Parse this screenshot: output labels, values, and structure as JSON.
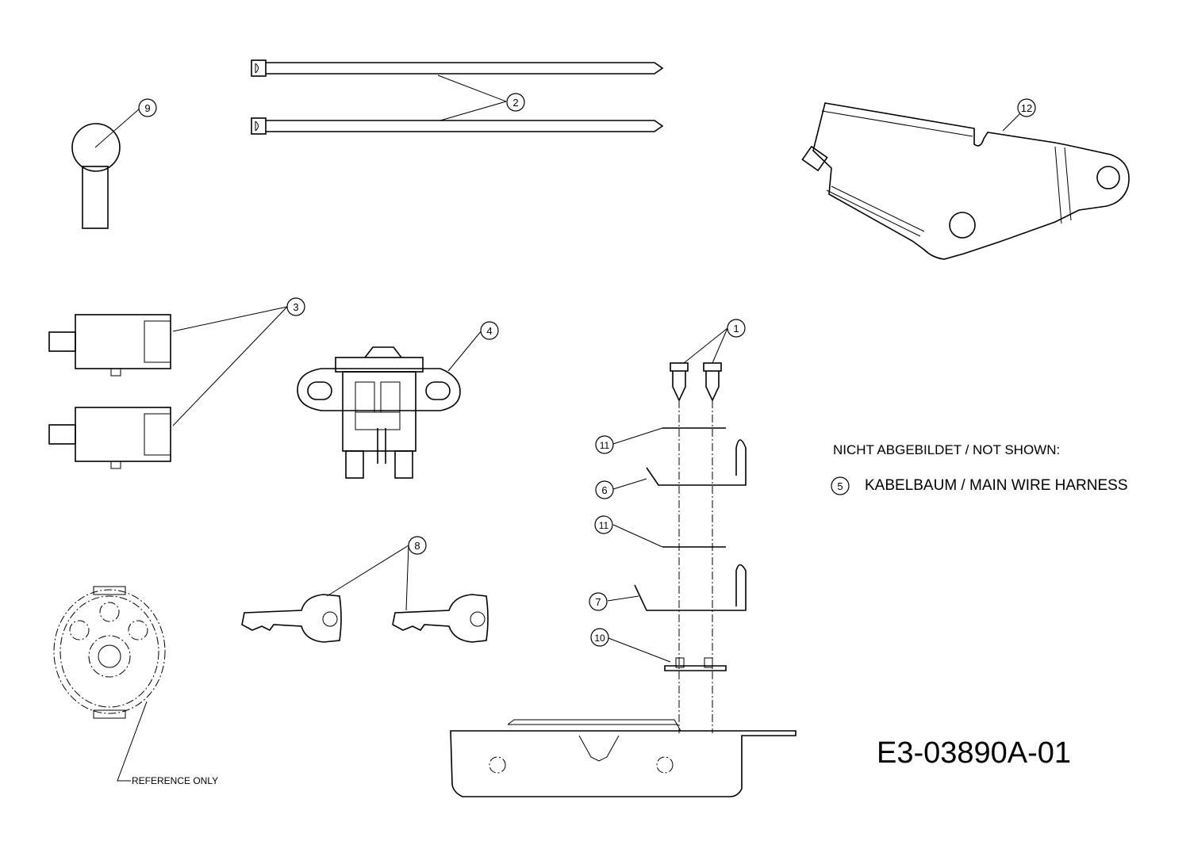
{
  "callouts": {
    "c1": "1",
    "c2": "2",
    "c3": "3",
    "c4": "4",
    "c6": "6",
    "c7": "7",
    "c8": "8",
    "c9": "9",
    "c10": "10",
    "c11a": "11",
    "c11b": "11",
    "c12": "12",
    "c5": "5"
  },
  "notes": {
    "not_shown_heading": "NICHT ABGEBILDET / NOT SHOWN:",
    "harness_label": "KABELBAUM / MAIN WIRE HARNESS",
    "reference_only": "REFERENCE ONLY"
  },
  "drawing_number": "E3-03890A-01"
}
